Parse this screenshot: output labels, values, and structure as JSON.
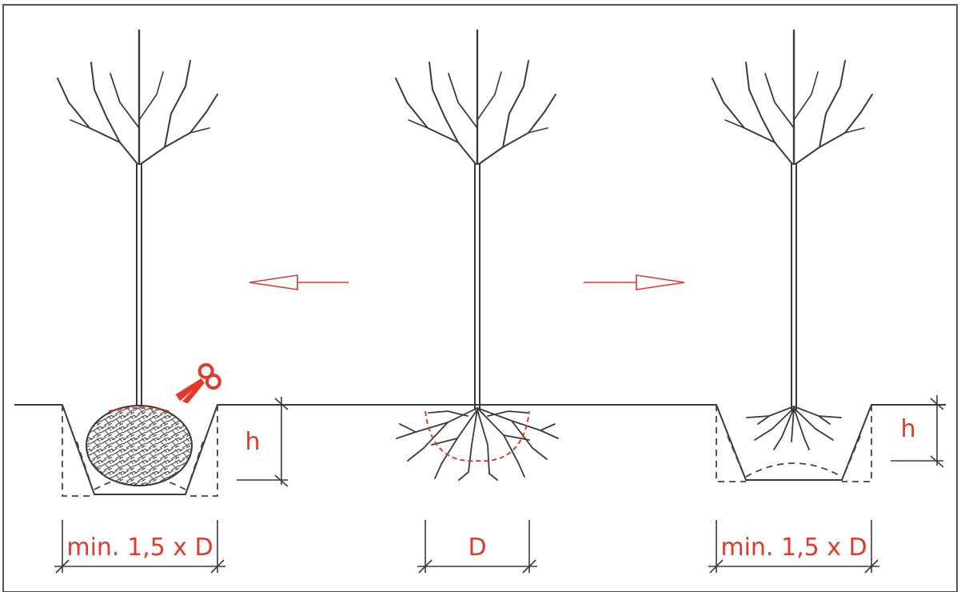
{
  "labels": {
    "left_width": "min. 1,5 x D",
    "center_width": "D",
    "right_width": "min. 1,5 x D",
    "left_depth": "h",
    "right_depth": "h"
  },
  "colors": {
    "line": "#3a3a3a",
    "accent": "#e03a2a"
  }
}
